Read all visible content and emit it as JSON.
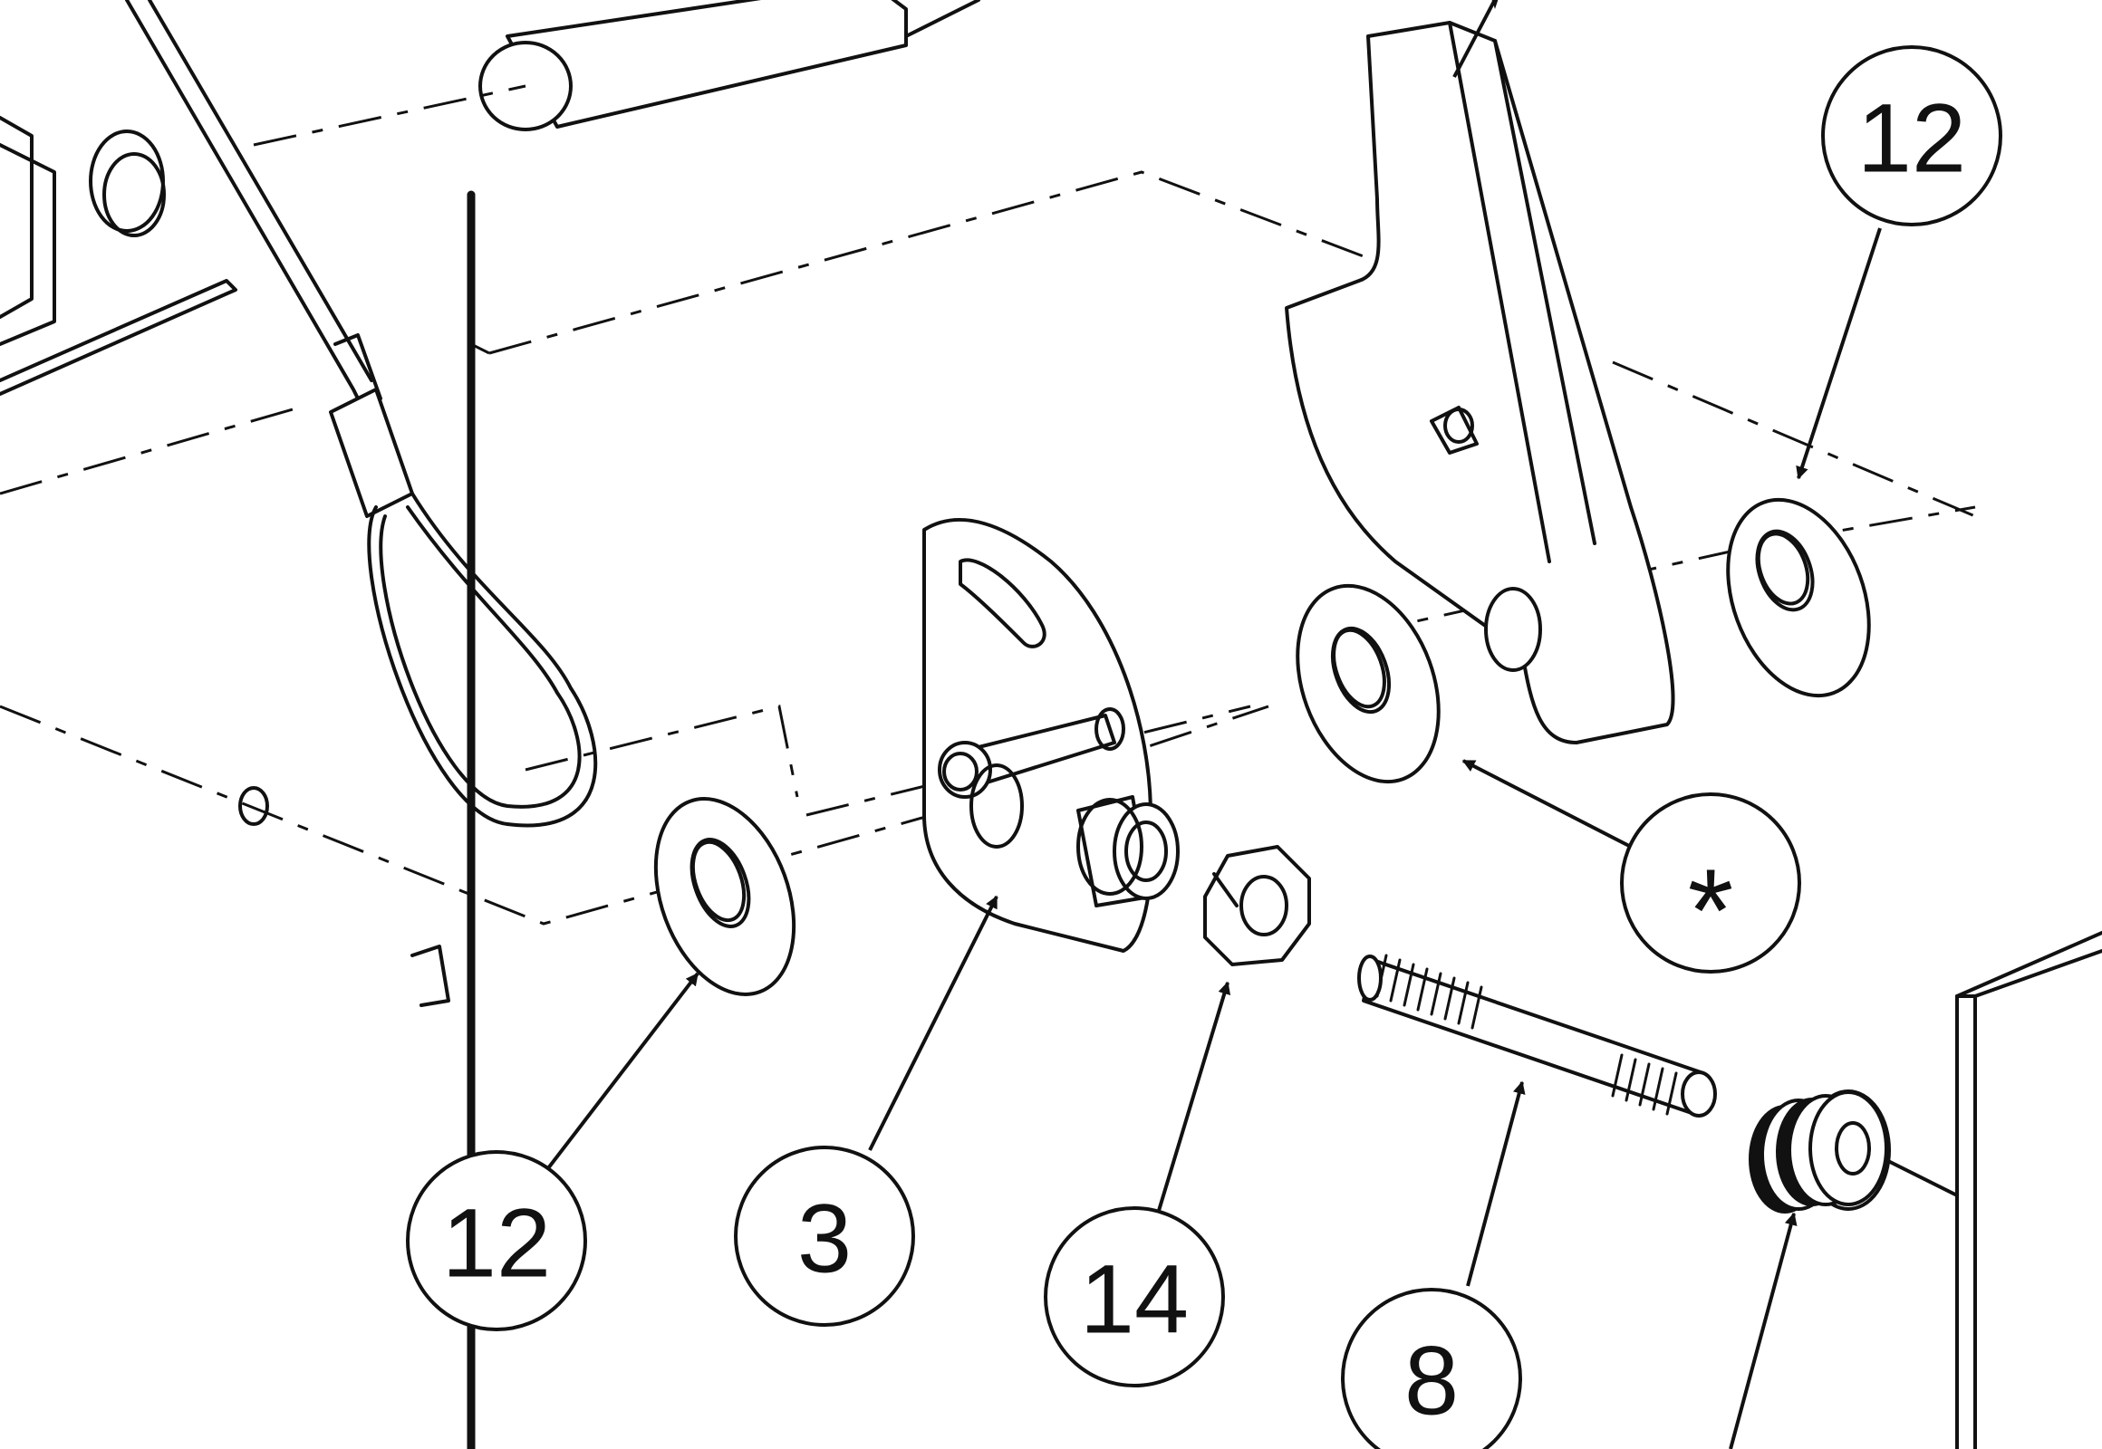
{
  "callouts": [
    {
      "id": "washer-left",
      "label": "12"
    },
    {
      "id": "bracket",
      "label": "3"
    },
    {
      "id": "nut",
      "label": "14"
    },
    {
      "id": "stud",
      "label": "8"
    },
    {
      "id": "washer-right",
      "label": "12"
    },
    {
      "id": "spacer-washer",
      "label": "*"
    }
  ]
}
